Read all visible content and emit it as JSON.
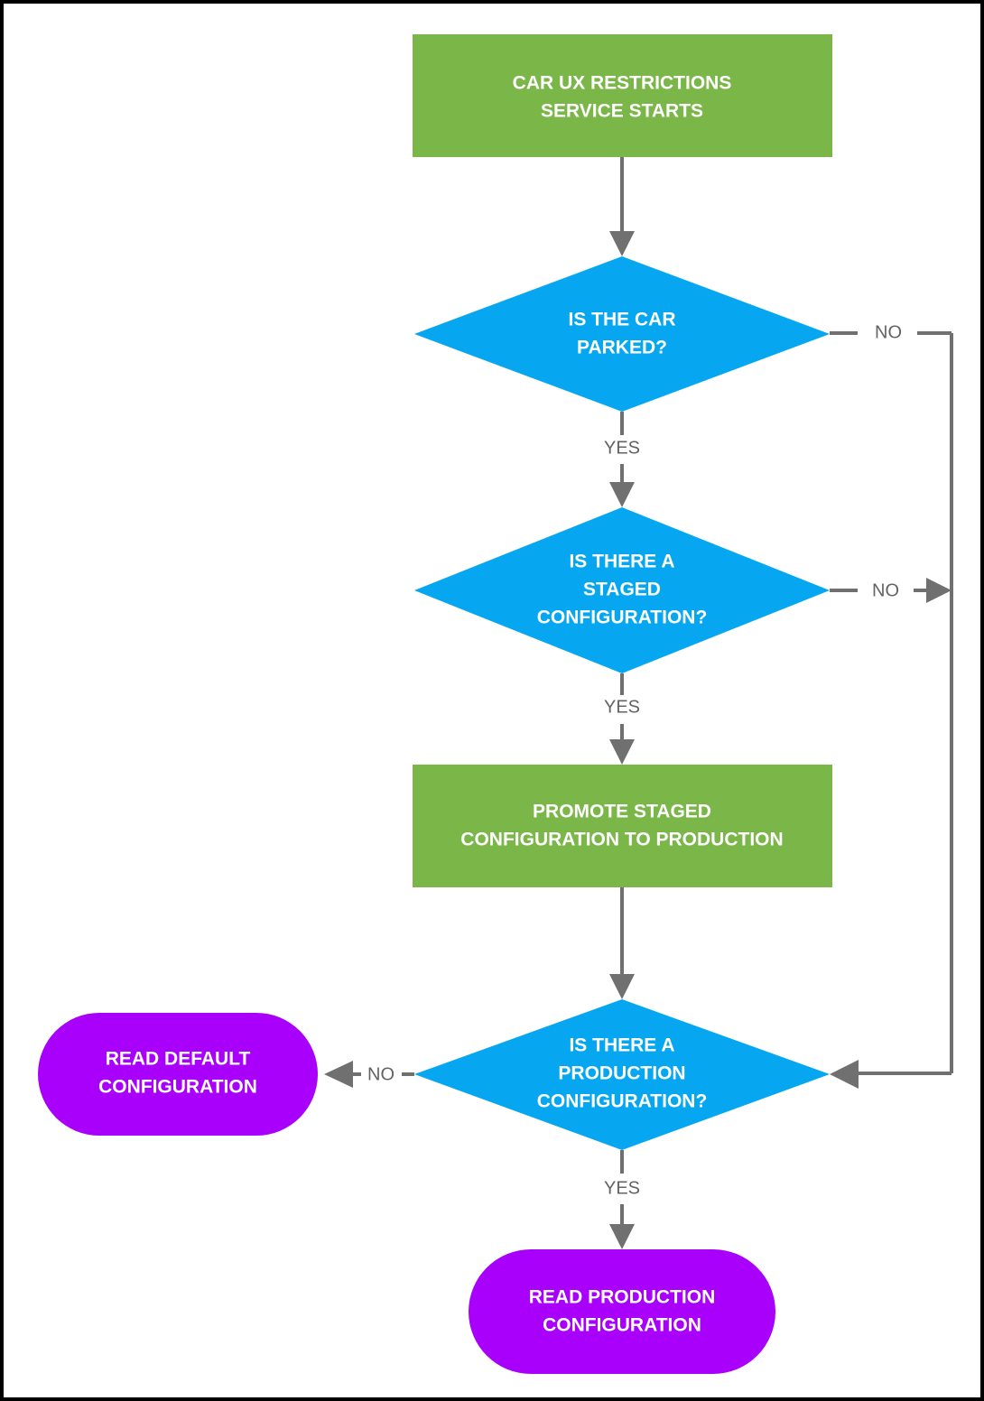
{
  "diagram": {
    "type": "flowchart",
    "title_text_present": false,
    "background": "#ffffff",
    "border_color": "#000000",
    "colors": {
      "start_process": "#7AB648",
      "decision": "#06A7F0",
      "terminal": "#A800FA",
      "connector": "#707070",
      "edge_label_text": "#636363",
      "node_label_text": "#FFFFFF"
    },
    "nodes": [
      {
        "id": "start",
        "shape": "rectangle",
        "color": "#7AB648",
        "lines": [
          "CAR UX RESTRICTIONS",
          "SERVICE STARTS"
        ]
      },
      {
        "id": "is_car_parked",
        "shape": "diamond",
        "color": "#06A7F0",
        "lines": [
          "IS THE CAR",
          "PARKED?"
        ]
      },
      {
        "id": "is_staged_config",
        "shape": "diamond",
        "color": "#06A7F0",
        "lines": [
          "IS THERE A",
          "STAGED",
          "CONFIGURATION?"
        ]
      },
      {
        "id": "promote_staged",
        "shape": "rectangle",
        "color": "#7AB648",
        "lines": [
          "PROMOTE STAGED",
          "CONFIGURATION TO PRODUCTION"
        ]
      },
      {
        "id": "is_production_config",
        "shape": "diamond",
        "color": "#06A7F0",
        "lines": [
          "IS THERE A",
          "PRODUCTION",
          "CONFIGURATION?"
        ]
      },
      {
        "id": "read_default",
        "shape": "stadium",
        "color": "#A800FA",
        "lines": [
          "READ DEFAULT",
          "CONFIGURATION"
        ]
      },
      {
        "id": "read_production",
        "shape": "stadium",
        "color": "#A800FA",
        "lines": [
          "READ PRODUCTION",
          "CONFIGURATION"
        ]
      }
    ],
    "edges": [
      {
        "id": "e1",
        "from": "start",
        "to": "is_car_parked",
        "label": ""
      },
      {
        "id": "e2",
        "from": "is_car_parked",
        "to": "is_staged_config",
        "label": "YES"
      },
      {
        "id": "e3",
        "from": "is_car_parked",
        "to": "is_production_config",
        "label": "NO"
      },
      {
        "id": "e4",
        "from": "is_staged_config",
        "to": "promote_staged",
        "label": "YES"
      },
      {
        "id": "e5",
        "from": "is_staged_config",
        "to": "is_production_config",
        "label": "NO"
      },
      {
        "id": "e6",
        "from": "promote_staged",
        "to": "is_production_config",
        "label": ""
      },
      {
        "id": "e7",
        "from": "is_production_config",
        "to": "read_default",
        "label": "NO"
      },
      {
        "id": "e8",
        "from": "is_production_config",
        "to": "read_production",
        "label": "YES"
      }
    ]
  },
  "labels": {
    "start_l1": "CAR UX RESTRICTIONS",
    "start_l2": "SERVICE STARTS",
    "parked_l1": "IS THE CAR",
    "parked_l2": "PARKED?",
    "staged_l1": "IS THERE A",
    "staged_l2": "STAGED",
    "staged_l3": "CONFIGURATION?",
    "promote_l1": "PROMOTE STAGED",
    "promote_l2": "CONFIGURATION TO PRODUCTION",
    "prod_l1": "IS THERE A",
    "prod_l2": "PRODUCTION",
    "prod_l3": "CONFIGURATION?",
    "default_l1": "READ DEFAULT",
    "default_l2": "CONFIGURATION",
    "readprod_l1": "READ PRODUCTION",
    "readprod_l2": "CONFIGURATION",
    "yes_1": "YES",
    "yes_2": "YES",
    "yes_3": "YES",
    "no_1": "NO",
    "no_2": "NO",
    "no_3": "NO"
  }
}
